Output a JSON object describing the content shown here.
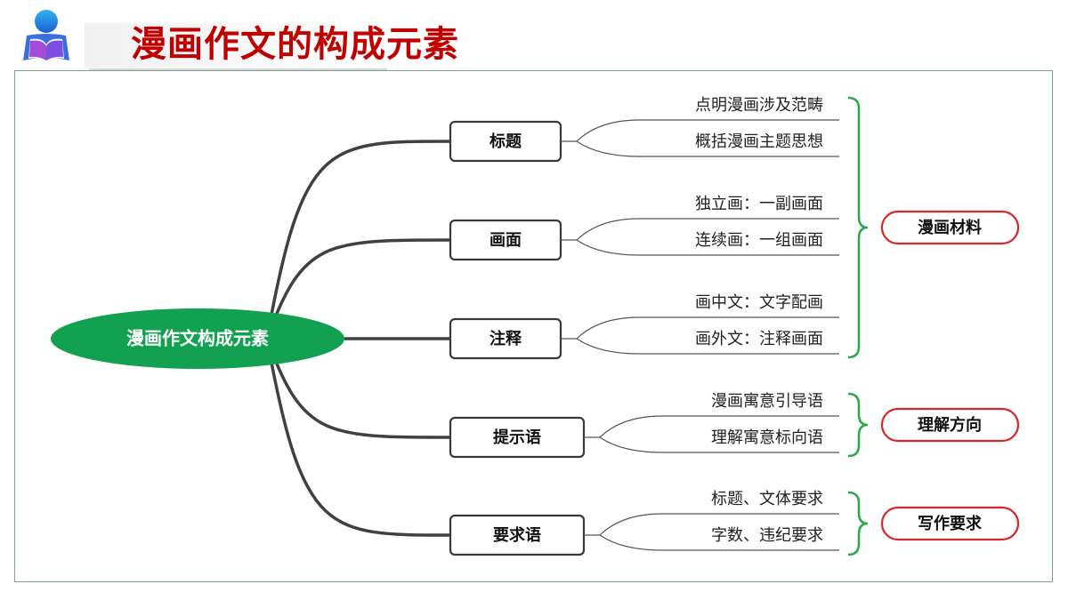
{
  "header": {
    "title": "漫画作文的构成元素",
    "logo_icon": "reader-icon"
  },
  "mindmap": {
    "center": "漫画作文构成元素",
    "branches": [
      {
        "label": "标题",
        "items": [
          "点明漫画涉及范畴",
          "概括漫画主题思想"
        ]
      },
      {
        "label": "画面",
        "items": [
          "独立画：一副画面",
          "连续画：一组画面"
        ]
      },
      {
        "label": "注释",
        "items": [
          "画中文：文字配画",
          "画外文：注释画面"
        ]
      },
      {
        "label": "提示语",
        "items": [
          "漫画寓意引导语",
          "理解寓意标向语"
        ]
      },
      {
        "label": "要求语",
        "items": [
          "标题、文体要求",
          "字数、违纪要求"
        ]
      }
    ],
    "groups": [
      {
        "label": "漫画材料",
        "branches": [
          0,
          1,
          2
        ]
      },
      {
        "label": "理解方向",
        "branches": [
          3
        ]
      },
      {
        "label": "写作要求",
        "branches": [
          4
        ]
      }
    ]
  },
  "colors": {
    "title": "#c00000",
    "center_fill": "#12a150",
    "bracket": "#2aa84a",
    "group_border": "#d9262c",
    "connector": "#404040"
  }
}
